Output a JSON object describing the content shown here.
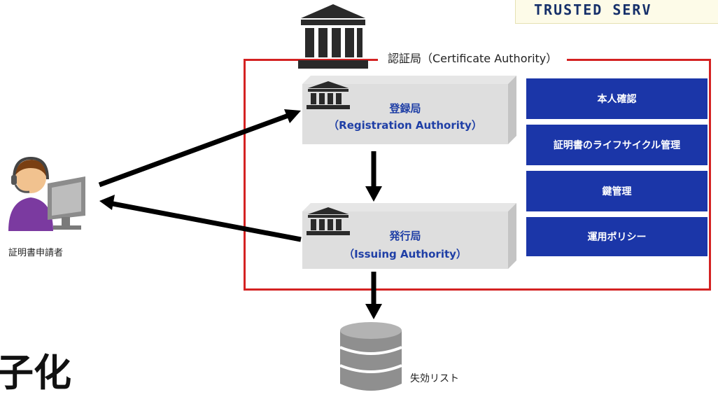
{
  "banner": {
    "text": "TRUSTED SERV"
  },
  "ca": {
    "title": "認証局（Certificate Authority）"
  },
  "registration": {
    "name_ja": "登録局",
    "name_en": "（Registration Authority）"
  },
  "issuing": {
    "name_ja": "発行局",
    "name_en": "（Issuing Authority）"
  },
  "functions": [
    "本人確認",
    "証明書のライフサイクル管理",
    "鍵管理",
    "運用ポリシー"
  ],
  "applicant": {
    "label": "証明書申請者"
  },
  "crl": {
    "label": "失効リスト"
  },
  "fragment": {
    "text": "子化"
  },
  "colors": {
    "frame": "#d42222",
    "panel": "#1b36a8",
    "accent_text": "#1f3fa6"
  }
}
